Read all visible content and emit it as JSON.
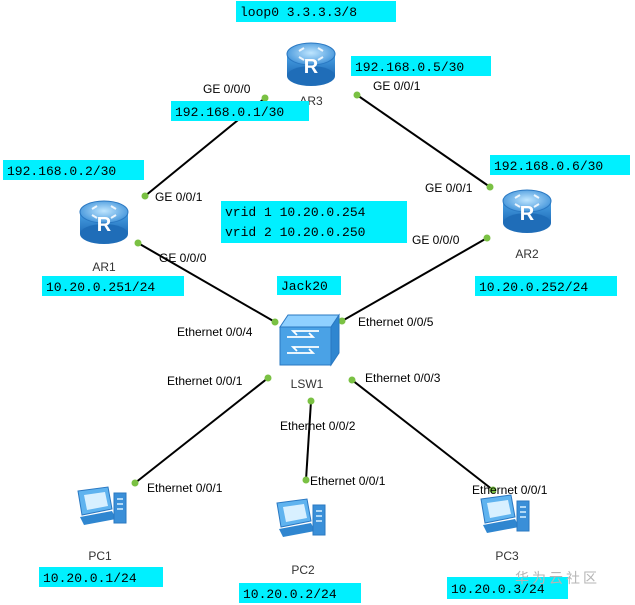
{
  "colors": {
    "label_bg": "#00f0ff",
    "port_dot": "#7ac143",
    "link": "#000000",
    "router_blue": "#3a8fd8",
    "pc_blue": "#3a8fd8",
    "watermark": "#b5b5b5"
  },
  "devices": {
    "ar3": {
      "name": "AR3",
      "icon": "router-icon"
    },
    "ar1": {
      "name": "AR1",
      "icon": "router-icon"
    },
    "ar2": {
      "name": "AR2",
      "icon": "router-icon"
    },
    "lsw1": {
      "name": "LSW1",
      "icon": "switch-icon"
    },
    "pc1": {
      "name": "PC1",
      "icon": "pc-icon"
    },
    "pc2": {
      "name": "PC2",
      "icon": "pc-icon"
    },
    "pc3": {
      "name": "PC3",
      "icon": "pc-icon"
    }
  },
  "ports": {
    "ar3_ge000": "GE 0/0/0",
    "ar3_ge001": "GE 0/0/1",
    "ar1_ge001": "GE 0/0/1",
    "ar1_ge000": "GE 0/0/0",
    "ar2_ge001": "GE 0/0/1",
    "ar2_ge000": "GE 0/0/0",
    "sw_eth004": "Ethernet 0/0/4",
    "sw_eth005": "Ethernet 0/0/5",
    "sw_eth001": "Ethernet 0/0/1",
    "sw_eth002": "Ethernet 0/0/2",
    "sw_eth003": "Ethernet 0/0/3",
    "pc1_eth001": "Ethernet 0/0/1",
    "pc2_eth001": "Ethernet 0/0/1",
    "pc3_eth001": "Ethernet 0/0/1"
  },
  "addresses": {
    "loop0": "loop0 3.3.3.3/8",
    "ar3_ge001": "192.168.0.5/30",
    "ar3_ge000": "192.168.0.1/30",
    "ar1_ge001": "192.168.0.2/30",
    "ar2_ge001": "192.168.0.6/30",
    "vrid1": "vrid 1 10.20.0.254",
    "vrid2": "vrid 2 10.20.0.250",
    "ar1_lan": "10.20.0.251/24",
    "ar2_lan": "10.20.0.252/24",
    "sw_label": "Jack20",
    "pc1": "10.20.0.1/24",
    "pc2": "10.20.0.2/24",
    "pc3": "10.20.0.3/24"
  },
  "watermark": "华为云社区"
}
